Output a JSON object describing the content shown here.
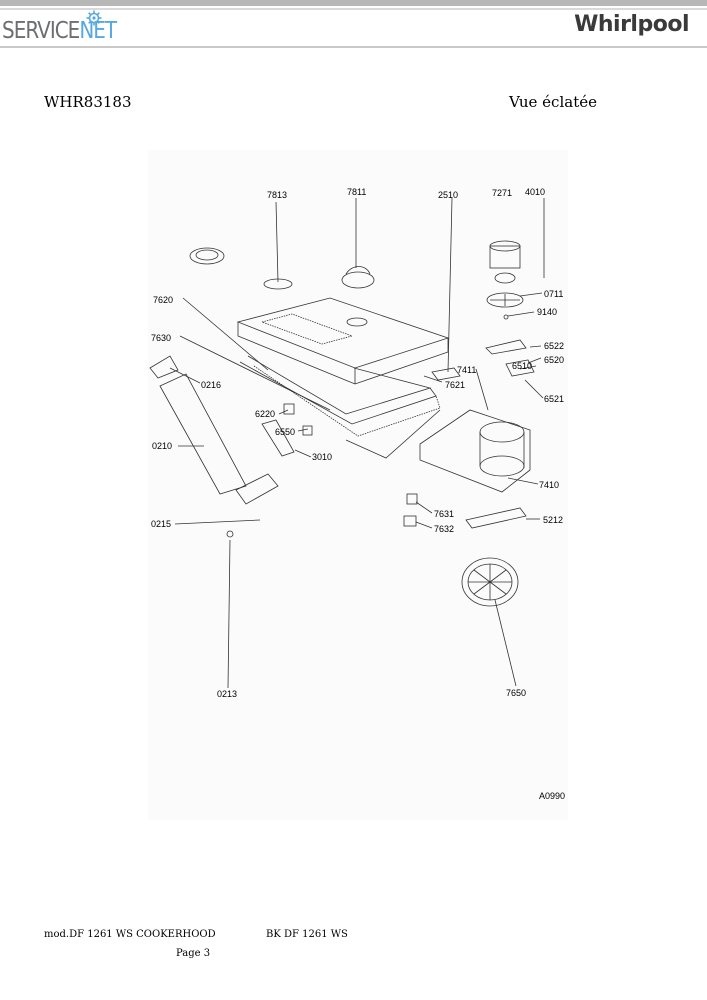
{
  "header": {
    "brand_left_a": "SERVICE",
    "brand_left_b": "NET",
    "brand_right": "Whirlpool"
  },
  "title": {
    "model": "WHR83183",
    "view": "Vue éclatée"
  },
  "diagram": {
    "part_labels": [
      "7813",
      "7811",
      "2510",
      "7271",
      "4010",
      "0711",
      "9140",
      "6522",
      "6520",
      "6510",
      "6521",
      "7411",
      "7620",
      "7630",
      "0216",
      "7621",
      "6220",
      "6550",
      "3010",
      "0210",
      "7410",
      "7631",
      "5212",
      "7632",
      "0215",
      "7650",
      "0213"
    ],
    "drawing_code": "A0990"
  },
  "footer": {
    "model_line": "mod.DF 1261 WS COOKERHOOD",
    "code": "BK DF 1261 WS",
    "page": "Page 3"
  }
}
